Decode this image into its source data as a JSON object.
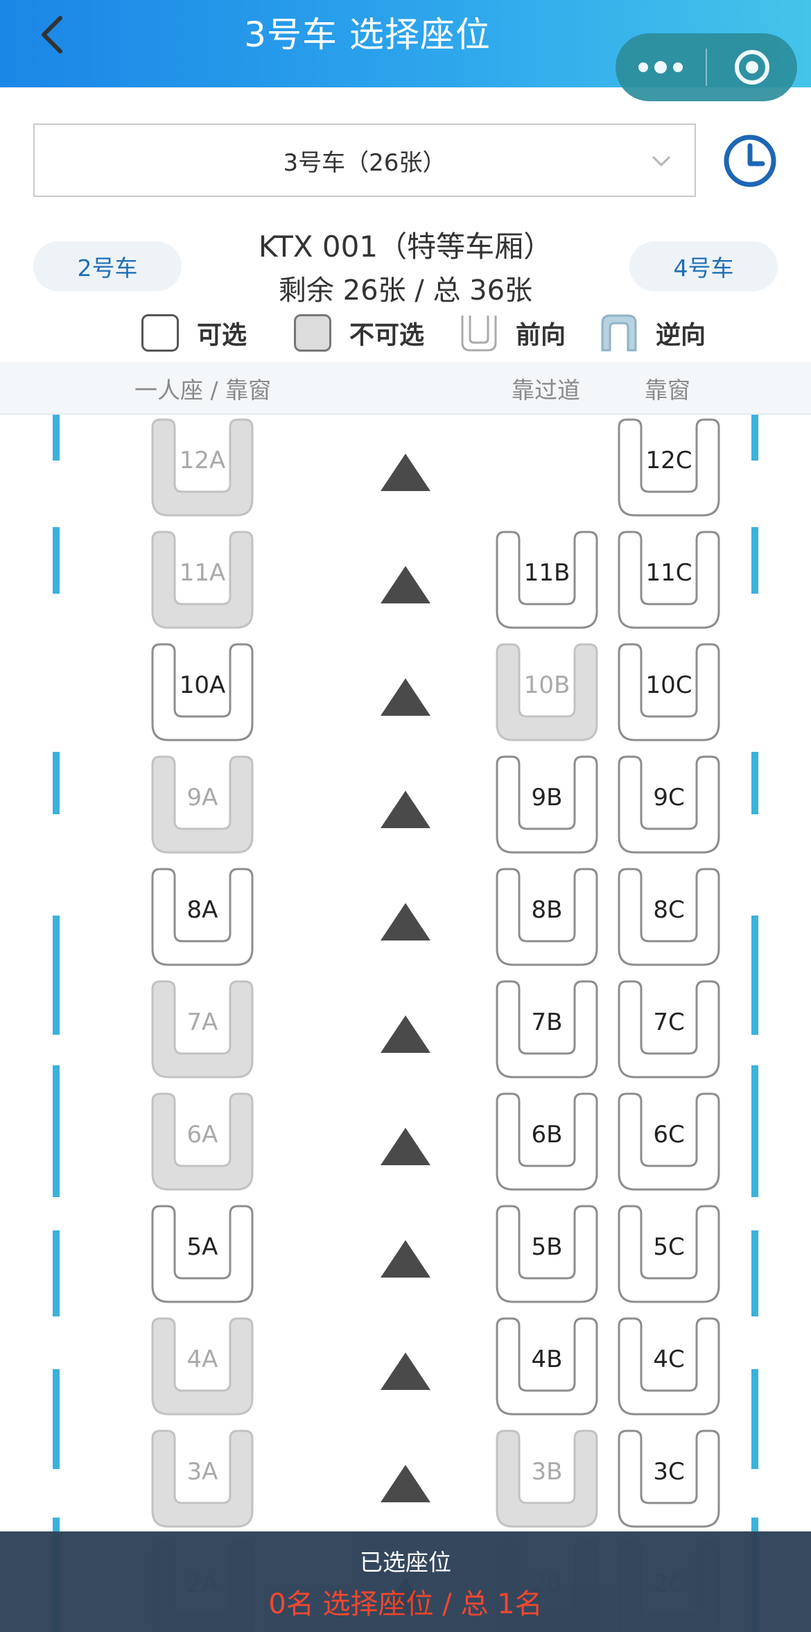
{
  "header": {
    "title": "3号车 选择座位"
  },
  "car_select": {
    "value": "3号车（26张）"
  },
  "nav": {
    "prev": "2号车",
    "next": "4号车"
  },
  "train": {
    "name": "KTX 001（特等车厢）",
    "counts": "剩余 26张  /  总 36张"
  },
  "legend": {
    "available": "可选",
    "unavailable": "不可选",
    "forward": "前向",
    "reverse": "逆向"
  },
  "columns": {
    "left": "一人座 / 靠窗",
    "aisle": "靠过道",
    "window": "靠窗"
  },
  "rows": [
    {
      "row": 12,
      "A": {
        "label": "12A",
        "available": false
      },
      "B": null,
      "C": {
        "label": "12C",
        "available": true
      }
    },
    {
      "row": 11,
      "A": {
        "label": "11A",
        "available": false
      },
      "B": {
        "label": "11B",
        "available": true
      },
      "C": {
        "label": "11C",
        "available": true
      }
    },
    {
      "row": 10,
      "A": {
        "label": "10A",
        "available": true
      },
      "B": {
        "label": "10B",
        "available": false
      },
      "C": {
        "label": "10C",
        "available": true
      }
    },
    {
      "row": 9,
      "A": {
        "label": "9A",
        "available": false
      },
      "B": {
        "label": "9B",
        "available": true
      },
      "C": {
        "label": "9C",
        "available": true
      }
    },
    {
      "row": 8,
      "A": {
        "label": "8A",
        "available": true
      },
      "B": {
        "label": "8B",
        "available": true
      },
      "C": {
        "label": "8C",
        "available": true
      }
    },
    {
      "row": 7,
      "A": {
        "label": "7A",
        "available": false
      },
      "B": {
        "label": "7B",
        "available": true
      },
      "C": {
        "label": "7C",
        "available": true
      }
    },
    {
      "row": 6,
      "A": {
        "label": "6A",
        "available": false
      },
      "B": {
        "label": "6B",
        "available": true
      },
      "C": {
        "label": "6C",
        "available": true
      }
    },
    {
      "row": 5,
      "A": {
        "label": "5A",
        "available": true
      },
      "B": {
        "label": "5B",
        "available": true
      },
      "C": {
        "label": "5C",
        "available": true
      }
    },
    {
      "row": 4,
      "A": {
        "label": "4A",
        "available": false
      },
      "B": {
        "label": "4B",
        "available": true
      },
      "C": {
        "label": "4C",
        "available": true
      }
    },
    {
      "row": 3,
      "A": {
        "label": "3A",
        "available": false
      },
      "B": {
        "label": "3B",
        "available": false
      },
      "C": {
        "label": "3C",
        "available": true
      }
    },
    {
      "row": 2,
      "A": {
        "label": "2A",
        "available": false
      },
      "B": {
        "label": "2B",
        "available": false
      },
      "C": {
        "label": "2C",
        "available": false
      }
    }
  ],
  "bottom": {
    "title": "已选座位",
    "summary": "0名 选择座位  /  总 1名"
  },
  "colors": {
    "header": "#2ea6ec",
    "window_marker": "#3ab2dc",
    "seat_unavailable": "#dddddd",
    "summary": "#f0432a",
    "bottom_bar": "#2f4258"
  },
  "icons": {
    "back": "chevron-left-icon",
    "more": "more-dots-icon",
    "close": "target-circle-icon",
    "dropdown": "chevron-down-icon",
    "history": "clock-icon",
    "direction": "triangle-up-icon"
  }
}
